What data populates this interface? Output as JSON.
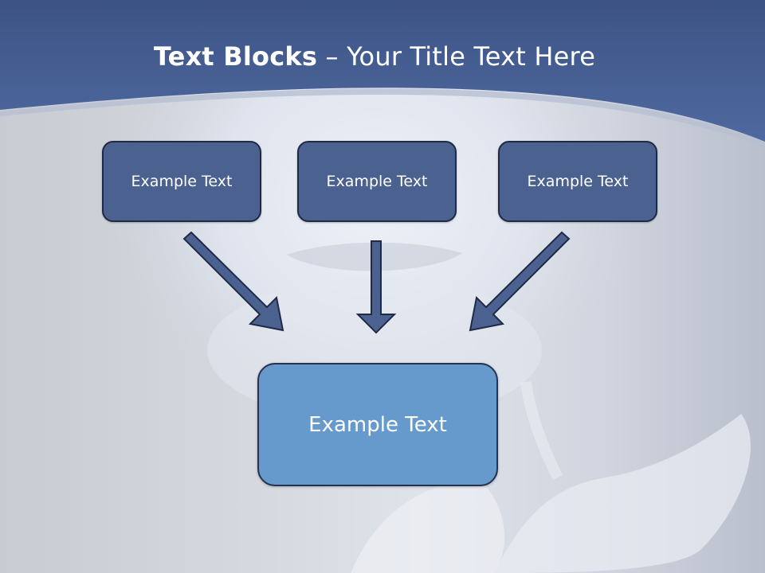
{
  "slide": {
    "title_bold": "Text Blocks",
    "title_separator": " – ",
    "title_rest": "Your Title Text Here"
  },
  "blocks": [
    {
      "label": "Example Text"
    },
    {
      "label": "Example Text"
    },
    {
      "label": "Example Text"
    }
  ],
  "target": {
    "label": "Example Text"
  },
  "colors": {
    "header_band": "#4a6294",
    "top_box_fill": "#4b6290",
    "target_box_fill": "#6699cc",
    "arrow_fill": "#4b6290",
    "outline": "#1f2a44"
  }
}
